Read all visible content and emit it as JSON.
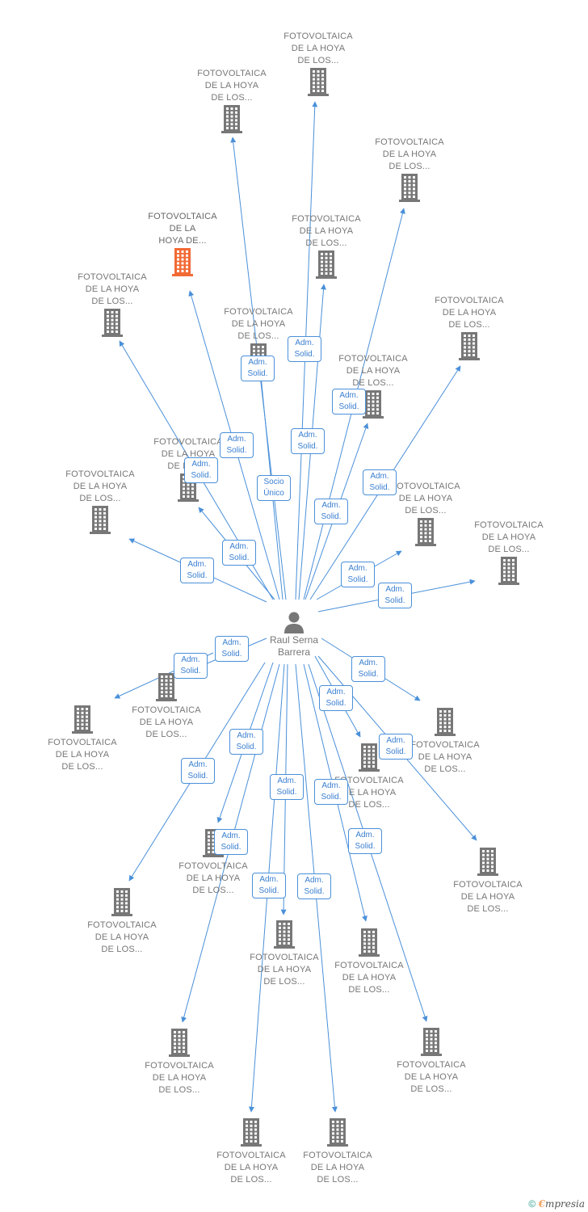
{
  "person": {
    "name": "Raul Serna\nBarrera"
  },
  "colors": {
    "edge": "#4a90d9",
    "company": "#777777",
    "highlight": "#f26a35"
  },
  "companies": [
    {
      "id": "c1",
      "label": "FOTOVOLTAICA\nDE LA HOYA\nDE LOS..."
    },
    {
      "id": "c2",
      "label": "FOTOVOLTAICA\nDE LA HOYA\nDE LOS..."
    },
    {
      "id": "c3",
      "label": "FOTOVOLTAICA\nDE LA HOYA\nDE LOS..."
    },
    {
      "id": "c4",
      "label": "FOTOVOLTAICA\nDE LA\nHOYA DE...",
      "highlight": true
    },
    {
      "id": "c5",
      "label": "FOTOVOLTAICA\nDE LA HOYA\nDE LOS..."
    },
    {
      "id": "c6",
      "label": "FOTOVOLTAICA\nDE LA HOYA\nDE LOS..."
    },
    {
      "id": "c7",
      "label": "FOTOVOLTAICA\nDE LA HOYA\nDE LOS..."
    },
    {
      "id": "c8",
      "label": "FOTOVOLTAICA\nDE LA HOYA\nDE LOS..."
    },
    {
      "id": "c9",
      "label": "FOTOVOLTAICA\nDE LA HOYA\nDE LOS..."
    },
    {
      "id": "c10",
      "label": "FOTOVOLTAICA\nDE LA HOYA\nDE LOS..."
    },
    {
      "id": "c11",
      "label": "FOTOVOLTAICA\nDE LA HOYA\nDE LOS..."
    },
    {
      "id": "c12",
      "label": "FOTOVOLTAICA\nDE LA HOYA\nDE LOS..."
    },
    {
      "id": "c13",
      "label": "FOTOVOLTAICA\nDE LA HOYA\nDE LOS..."
    },
    {
      "id": "c14",
      "label": "FOTOVOLTAICA\nDE LA HOYA\nDE LOS..."
    },
    {
      "id": "c15",
      "label": "FOTOVOLTAICA\nDE LA HOYA\nDE LOS..."
    },
    {
      "id": "c16",
      "label": "FOTOVOLTAICA\nDE LA HOYA\nDE LOS..."
    },
    {
      "id": "c17",
      "label": "FOTOVOLTAICA\nDE LA HOYA\nDE LOS..."
    },
    {
      "id": "c18",
      "label": "FOTOVOLTAICA\nDE LA HOYA\nDE LOS..."
    },
    {
      "id": "c19",
      "label": "FOTOVOLTAICA\nDE LA HOYA\nDE LOS..."
    },
    {
      "id": "c20",
      "label": "FOTOVOLTAICA\nDE LA HOYA\nDE LOS..."
    },
    {
      "id": "c21",
      "label": "FOTOVOLTAICA\nDE LA HOYA\nDE LOS..."
    },
    {
      "id": "c22",
      "label": "FOTOVOLTAICA\nDE LA HOYA\nDE LOS..."
    },
    {
      "id": "c23",
      "label": "FOTOVOLTAICA\nDE LA HOYA\nDE LOS..."
    },
    {
      "id": "c24",
      "label": "FOTOVOLTAICA\nDE LA HOYA\nDE LOS..."
    },
    {
      "id": "c25",
      "label": "FOTOVOLTAICA\nDE LA HOYA\nDE LOS..."
    },
    {
      "id": "c26",
      "label": "FOTOVOLTAICA\nDE LA HOYA\nDE LOS..."
    }
  ],
  "relations": [
    {
      "to": "c1",
      "label": "Adm.\nSolid."
    },
    {
      "to": "c2",
      "label": "Adm.\nSolid."
    },
    {
      "to": "c3",
      "label": "Adm.\nSolid."
    },
    {
      "to": "c4",
      "label": "Adm.\nSolid."
    },
    {
      "to": "c5",
      "label": "Adm.\nSolid."
    },
    {
      "to": "c6",
      "label": "Adm.\nSolid."
    },
    {
      "to": "c7",
      "label": "Socio\nÚnico"
    },
    {
      "to": "c8",
      "label": "Adm.\nSolid."
    },
    {
      "to": "c9",
      "label": "Adm.\nSolid."
    },
    {
      "to": "c10",
      "label": "Adm.\nSolid."
    },
    {
      "to": "c11",
      "label": "Adm.\nSolid."
    },
    {
      "to": "c12",
      "label": "Adm.\nSolid."
    },
    {
      "to": "c13",
      "label": "Adm.\nSolid."
    },
    {
      "to": "c14",
      "label": "Adm.\nSolid."
    },
    {
      "to": "c15",
      "label": "Adm.\nSolid."
    },
    {
      "to": "c16",
      "label": "Adm.\nSolid."
    },
    {
      "to": "c17",
      "label": "Adm.\nSolid."
    },
    {
      "to": "c18",
      "label": "Adm.\nSolid."
    },
    {
      "to": "c19",
      "label": "Adm.\nSolid."
    },
    {
      "to": "c20",
      "label": "Adm.\nSolid."
    },
    {
      "to": "c21",
      "label": "Adm.\nSolid."
    },
    {
      "to": "c22",
      "label": "Adm.\nSolid."
    },
    {
      "to": "c23",
      "label": "Adm.\nSolid."
    },
    {
      "to": "c24",
      "label": "Adm.\nSolid."
    },
    {
      "to": "c25",
      "label": "Adm.\nSolid."
    },
    {
      "to": "c26",
      "label": "Adm.\nSolid."
    }
  ],
  "footer": {
    "copyright": "©",
    "brand_initial": "€",
    "brand_rest": "mpresia"
  }
}
